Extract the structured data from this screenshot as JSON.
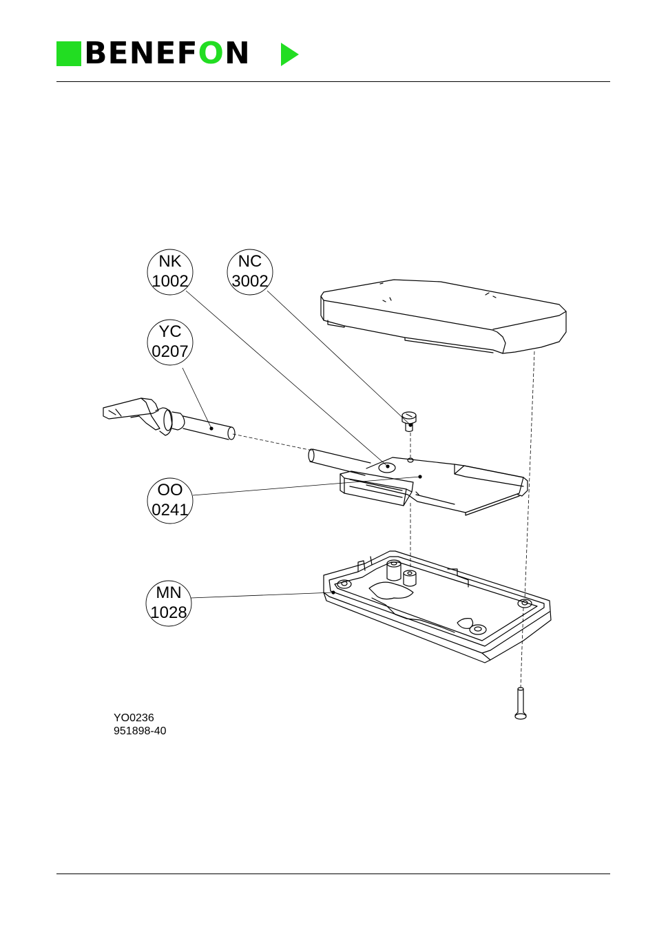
{
  "header": {
    "brand_prefix": "BENEF",
    "brand_o": "O",
    "brand_suffix": "N",
    "brand_color": "#22dd22"
  },
  "callouts": [
    {
      "line1": "NK",
      "line2": "1002"
    },
    {
      "line1": "NC",
      "line2": "3002"
    },
    {
      "line1": "YC",
      "line2": "0207"
    },
    {
      "line1": "OO",
      "line2": "0241"
    },
    {
      "line1": "MN",
      "line2": "1028"
    }
  ],
  "document": {
    "code": "YO0236",
    "number": "951898-40"
  }
}
